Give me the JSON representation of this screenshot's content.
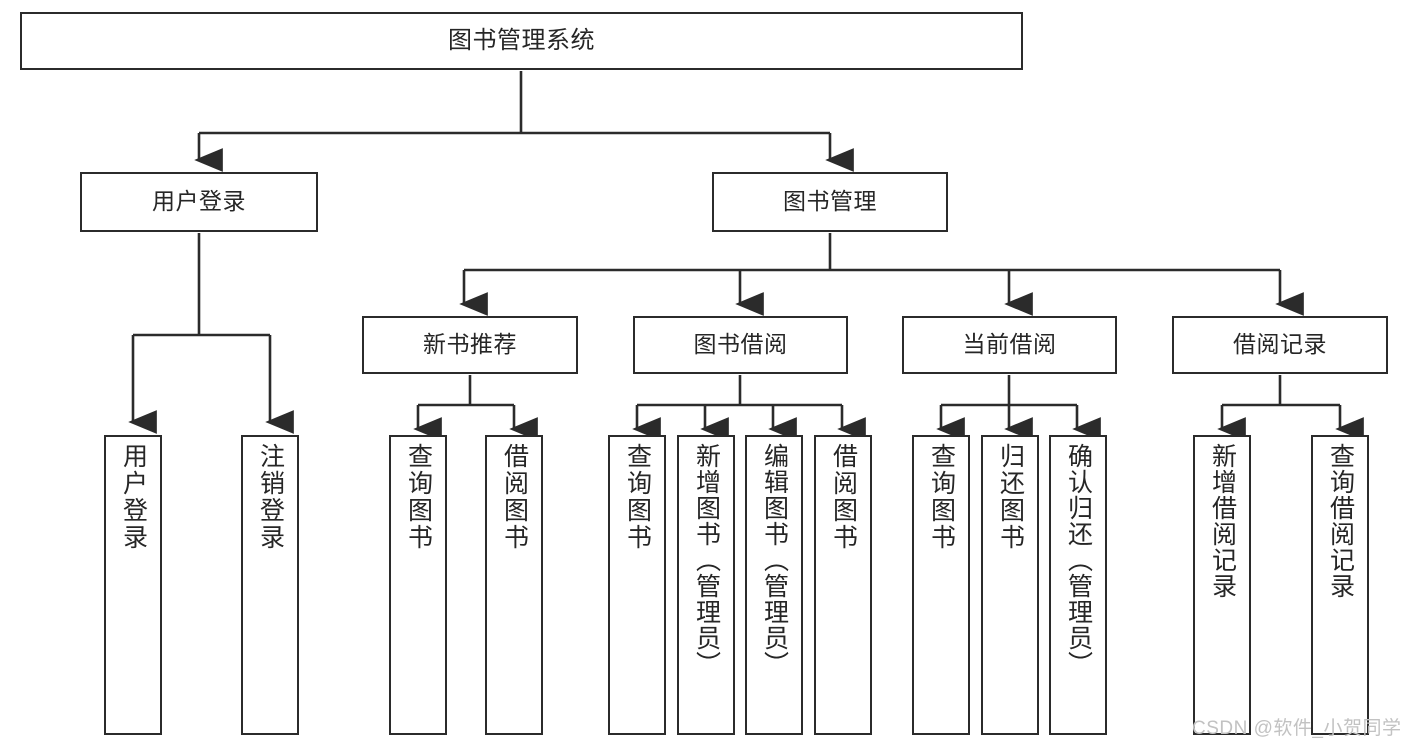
{
  "diagram": {
    "title": "图书管理系统",
    "type": "tree-hierarchy-diagram",
    "orientation": "top-down",
    "colors": {
      "box_border": "#2b2b2b",
      "box_fill": "#ffffff",
      "text": "#262626",
      "connector": "#2b2b2b",
      "watermark": "#c2c2c2",
      "background": "#ffffff"
    },
    "root": {
      "label": "图书管理系统"
    },
    "level2": [
      {
        "label": "用户登录"
      },
      {
        "label": "图书管理"
      }
    ],
    "level3": [
      {
        "label": "新书推荐"
      },
      {
        "label": "图书借阅"
      },
      {
        "label": "当前借阅"
      },
      {
        "label": "借阅记录"
      }
    ],
    "leaves": {
      "user_login": [
        {
          "label": "用户登录"
        },
        {
          "label": "注销登录"
        }
      ],
      "new_book_recommend": [
        {
          "label": "查询图书"
        },
        {
          "label": "借阅图书"
        }
      ],
      "book_borrow": [
        {
          "label": "查询图书"
        },
        {
          "label": "新增图书（管理员）"
        },
        {
          "label": "编辑图书（管理员）"
        },
        {
          "label": "借阅图书"
        }
      ],
      "current_borrow": [
        {
          "label": "查询图书"
        },
        {
          "label": "归还图书"
        },
        {
          "label": "确认归还（管理员）"
        }
      ],
      "borrow_record": [
        {
          "label": "新增借阅记录"
        },
        {
          "label": "查询借阅记录"
        }
      ]
    }
  },
  "watermark": {
    "text": "CSDN @软件_小贺同学"
  }
}
